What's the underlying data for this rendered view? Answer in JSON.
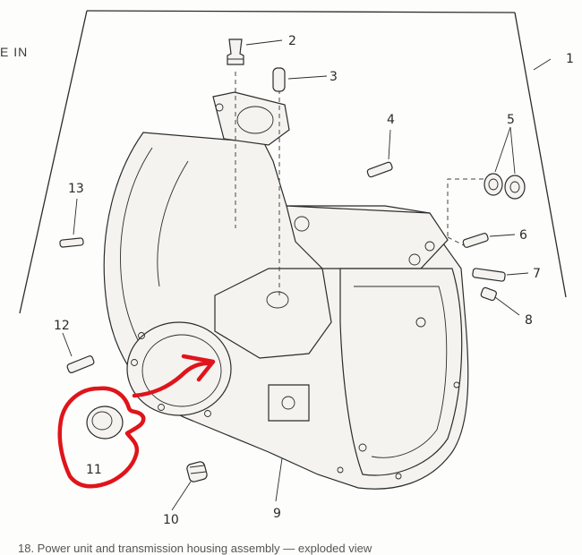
{
  "edge_text": "E IN",
  "caption": "18. Power unit and transmission housing assembly — exploded view",
  "callouts": {
    "c1": "1",
    "c2": "2",
    "c3": "3",
    "c4": "4",
    "c5": "5",
    "c6": "6",
    "c7": "7",
    "c8": "8",
    "c9": "9",
    "c10": "10",
    "c11": "11",
    "c12": "12",
    "c13": "13"
  },
  "colors": {
    "annotation": "#e0141b",
    "ink": "#2c2c2c",
    "paper": "#fdfdfb"
  }
}
